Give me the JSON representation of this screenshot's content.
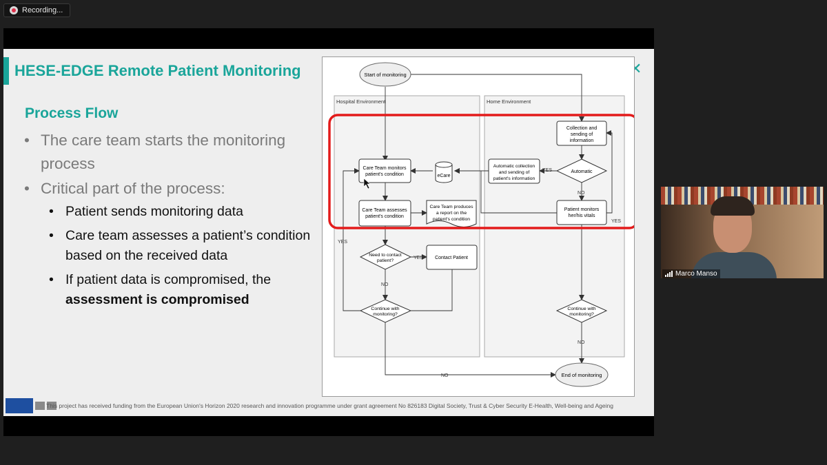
{
  "recording": {
    "label": "Recording..."
  },
  "slide": {
    "title": "HESE-EDGE Remote Patient Monitoring",
    "section_heading": "Process Flow",
    "bullets": [
      {
        "text": "The care team starts the monitoring process"
      },
      {
        "text": "Critical part of the process:"
      }
    ],
    "sub_bullets": [
      {
        "text": "Patient sends monitoring data"
      },
      {
        "text": "Care team assesses a patient’s condition based on the received data"
      },
      {
        "pre": "If patient data is compromised, the ",
        "bold": "assessment is compromised"
      }
    ],
    "footer": "This project has received funding from the European Union's Horizon 2020 research and innovation programme under grant agreement  No 826183 Digital Society, Trust & Cyber Security E-Health, Well-being and Ageing"
  },
  "flowchart": {
    "lane_hospital": "Hospital Environment",
    "lane_home": "Home Environment",
    "start": "Start of monitoring",
    "end": "End of monitoring",
    "collection": [
      "Collection and",
      "sending of",
      "information"
    ],
    "automatic": "Automatic",
    "auto_collection": [
      "Automatic collection",
      "and sending of",
      "patient's information"
    ],
    "ecare": "eCare",
    "monitors": [
      "Care Team monitors",
      "patient's condition"
    ],
    "assesses": [
      "Care Team assesses",
      "patient's condition"
    ],
    "report": [
      "Care Team produces",
      "a report on the",
      "patient's condition"
    ],
    "patient_monitors": [
      "Patient monitors",
      "her/his vitals"
    ],
    "need_contact": [
      "Need to contact",
      "patient?"
    ],
    "contact_patient": "Contact Patient",
    "continue": [
      "Continue with",
      "monitoring?"
    ],
    "yes": "YES",
    "no": "NO"
  },
  "participant": {
    "name": "Marco Manso"
  },
  "colors": {
    "accent": "#1aa59a",
    "highlight": "#e31b1b"
  }
}
